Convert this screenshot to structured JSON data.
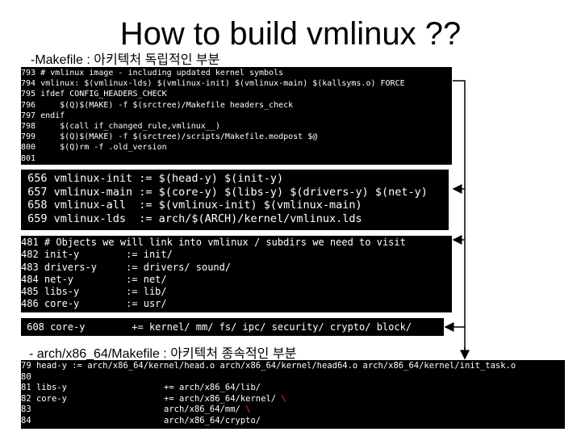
{
  "title": "How to build vmlinux ??",
  "section1_label": "-Makefile : 아키텍처 독립적인 부분",
  "section2_label": "- arch/x86_64/Makefile : 아키텍처 종속적인 부분",
  "block1": [
    {
      "num": "793",
      "code": " # vmlinux image - including updated kernel symbols"
    },
    {
      "num": "794",
      "code": " vmlinux: $(vmlinux-lds) $(vmlinux-init) $(vmlinux-main) $(kallsyms.o) FORCE"
    },
    {
      "num": "795",
      "code": " ifdef CONFIG_HEADERS_CHECK"
    },
    {
      "num": "796",
      "code": "     $(Q)$(MAKE) -f $(srctree)/Makefile headers_check"
    },
    {
      "num": "797",
      "code": " endif"
    },
    {
      "num": "798",
      "code": "     $(call if_changed_rule,vmlinux__)"
    },
    {
      "num": "799",
      "code": "     $(Q)$(MAKE) -f $(srctree)/scripts/Makefile.modpost $@"
    },
    {
      "num": "800",
      "code": "     $(Q)rm -f .old_version"
    },
    {
      "num": "801",
      "code": ""
    }
  ],
  "block2": [
    {
      "num": " 656",
      "code": " vmlinux-init := $(head-y) $(init-y)"
    },
    {
      "num": " 657",
      "code": " vmlinux-main := $(core-y) $(libs-y) $(drivers-y) $(net-y)"
    },
    {
      "num": " 658",
      "code": " vmlinux-all  := $(vmlinux-init) $(vmlinux-main)"
    },
    {
      "num": " 659",
      "code": " vmlinux-lds  := arch/$(ARCH)/kernel/vmlinux.lds"
    }
  ],
  "block3": [
    {
      "num": "481",
      "code": " # Objects we will link into vmlinux / subdirs we need to visit"
    },
    {
      "num": "482",
      "code": " init-y        := init/"
    },
    {
      "num": "483",
      "code": " drivers-y     := drivers/ sound/"
    },
    {
      "num": "484",
      "code": " net-y         := net/"
    },
    {
      "num": "485",
      "code": " libs-y        := lib/"
    },
    {
      "num": "486",
      "code": " core-y        := usr/"
    }
  ],
  "block4": [
    {
      "num": " 608",
      "code": " core-y        += kernel/ mm/ fs/ ipc/ security/ crypto/ block/"
    }
  ],
  "block5": [
    {
      "num": "79",
      "code": " head-y := arch/x86_64/kernel/head.o arch/x86_64/kernel/head64.o arch/x86_64/kernel/init_task.o"
    },
    {
      "num": "80",
      "code": ""
    },
    {
      "num": "81",
      "code": " libs-y                   += arch/x86_64/lib/"
    },
    {
      "num": "82",
      "code": " core-y                   += arch/x86_64/kernel/ ",
      "mark": "\\"
    },
    {
      "num": "83",
      "code": "                          arch/x86_64/mm/ ",
      "mark": "\\"
    },
    {
      "num": "84",
      "code": "                          arch/x86_64/crypto/"
    }
  ]
}
